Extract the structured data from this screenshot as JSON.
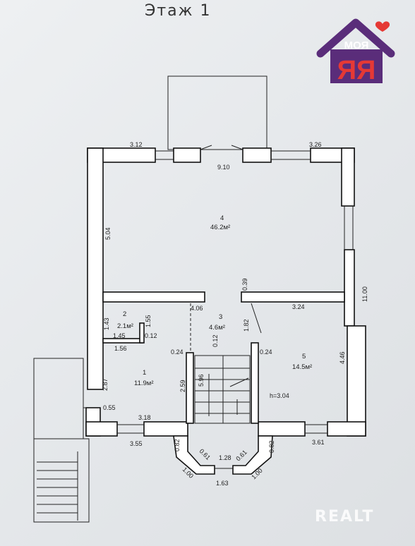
{
  "floor_title": "Этаж 1",
  "logo": {
    "brand_line1": "МОЯ",
    "brand_line2": "ЯЯ",
    "brand_color": "#5a2d7a",
    "accent_color": "#e53935"
  },
  "watermark": "REALT",
  "rooms": [
    {
      "id": "1",
      "area": "11.9м²"
    },
    {
      "id": "2",
      "area": "2.1м²"
    },
    {
      "id": "3",
      "area": "4.6м²"
    },
    {
      "id": "4",
      "area": "46.2м²"
    },
    {
      "id": "5",
      "area": "14.5м²"
    }
  ],
  "dimensions": {
    "top_left": "3.12",
    "top_right": "3.26",
    "width_main": "9.10",
    "left_height": "5.04",
    "right_height": "11.00",
    "wall_039": "0.39",
    "room5_width": "3.24",
    "stair_406": "4.06",
    "d_143": "1.43",
    "d_155": "1.55",
    "d_145": "1.45",
    "d_012a": "0.12",
    "d_156": "1.56",
    "d_182": "1.82",
    "d_024a": "0.24",
    "d_012b": "0.12",
    "d_024b": "0.24",
    "d_446": "4.46",
    "d_287": "2.87",
    "d_259": "2.59",
    "d_596": "5.96",
    "height_note": "h=3.04",
    "d_055": "0.55",
    "d_318": "3.18",
    "d_355": "3.55",
    "d_082a": "0.82",
    "d_061a": "0.61",
    "d_128": "1.28",
    "d_061b": "0.61",
    "d_082b": "0.82",
    "d_361": "3.61",
    "d_100a": "1.00",
    "d_163": "1.63",
    "d_100b": "1.00"
  }
}
